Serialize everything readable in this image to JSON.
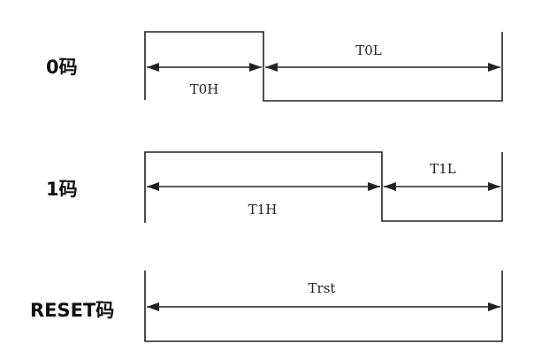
{
  "rows": [
    {
      "label": "0码",
      "segments": [
        {
          "label": "T0H"
        },
        {
          "label": "T0L"
        }
      ]
    },
    {
      "label": "1码",
      "segments": [
        {
          "label": "T1H"
        },
        {
          "label": "T1L"
        }
      ]
    },
    {
      "label": "RESET码",
      "segments": [
        {
          "label": "Trst"
        }
      ]
    }
  ]
}
